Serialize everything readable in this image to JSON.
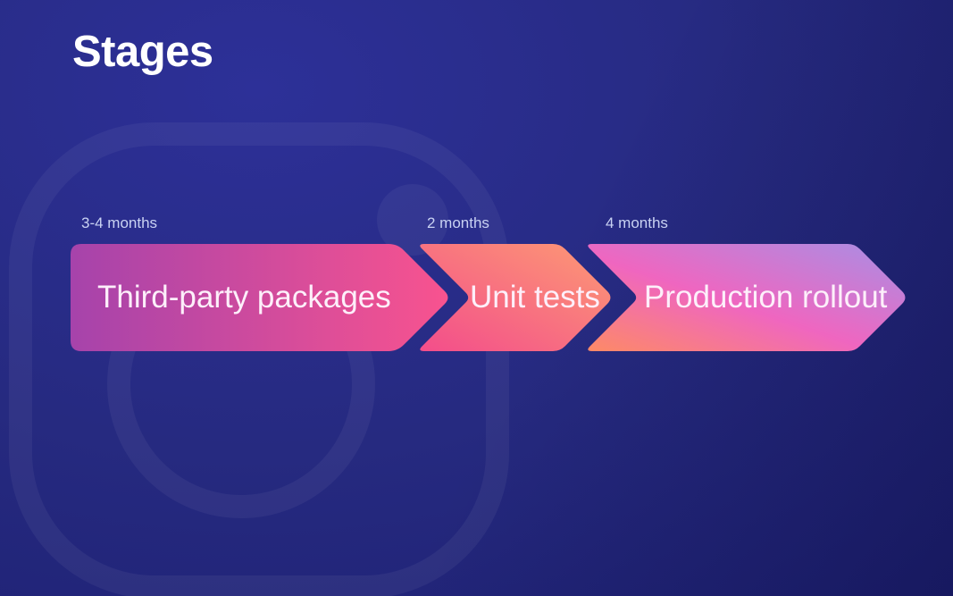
{
  "slide": {
    "title": "Stages",
    "stages": [
      {
        "duration": "3-4 months",
        "label": "Third-party packages",
        "gradient": [
          "#a643ab",
          "#f8538f"
        ]
      },
      {
        "duration": "2 months",
        "label": "Unit tests",
        "gradient": [
          "#f34d8b",
          "#fd9a74"
        ]
      },
      {
        "duration": "4 months",
        "label": "Production rollout",
        "gradient": [
          "#fd8a66",
          "#ef66c0",
          "#a88fe5"
        ]
      }
    ],
    "colors": {
      "background_top_left": "#2d3098",
      "background_bottom_right": "#1a1c6e",
      "title_text": "#ffffff",
      "duration_text": "#c9d2f3",
      "arrow_text": "#fdeffa",
      "watermark": "rgba(255,255,255,0.05)"
    },
    "watermark_icon": "instagram-logo"
  }
}
